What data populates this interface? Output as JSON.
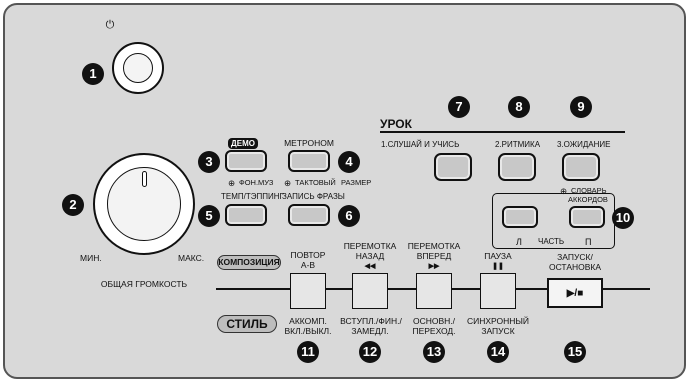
{
  "power": {
    "symbol": "⏻",
    "number": "1"
  },
  "volume": {
    "number": "2",
    "min_label": "МИН.",
    "max_label": "МАКС.",
    "title": "ОБЩАЯ ГРОМКОСТЬ"
  },
  "demo": {
    "pill": "ДЕМО",
    "sub_icon": "⊕",
    "sub": "ФОН.МУЗ",
    "number": "3"
  },
  "metronome": {
    "label": "МЕТРОНОМ",
    "sub_icon": "⊕",
    "sub_1": "ТАКТОВЫЙ",
    "sub_2": "РАЗМЕР",
    "number": "4"
  },
  "tempo": {
    "label": "ТЕМП/ТЭППИНГ",
    "number": "5"
  },
  "phrase_rec": {
    "label": "ЗАПИСЬ ФРАЗЫ",
    "number": "6"
  },
  "lesson": {
    "title": "УРОК",
    "listen_label": "1.СЛУШАЙ И УЧИСЬ",
    "listen_number": "7",
    "rhythm_label": "2.РИТМИКА",
    "rhythm_number": "8",
    "wait_label": "3.ОЖИДАНИЕ",
    "wait_number": "9",
    "dict_icon": "⊕",
    "dict_1": "СЛОВАРЬ",
    "dict_2": "АККОРДОВ"
  },
  "part": {
    "left": "Л",
    "middle": "ЧАСТЬ",
    "right": "П",
    "number": "10"
  },
  "composition_label": "КОМПОЗИЦИЯ",
  "style_label": "СТИЛЬ",
  "bottom_buttons": {
    "ab": {
      "top_1": "ПОВТОР",
      "top_2": "A-B",
      "bot_1": "АККОМП.",
      "bot_2": "ВКЛ./ВЫКЛ.",
      "number": "11"
    },
    "rew": {
      "top_1": "ПЕРЕМОТКА",
      "top_2": "НАЗАД",
      "glyph": "◀◀",
      "bot_1": "ВСТУПЛ./ФИН./",
      "bot_2": "ЗАМЕДЛ.",
      "number": "12"
    },
    "ff": {
      "top_1": "ПЕРЕМОТКА",
      "top_2": "ВПЕРЕД",
      "glyph": "▶▶",
      "bot_1": "ОСНОВН./",
      "bot_2": "ПЕРЕХОД.",
      "number": "13"
    },
    "pause": {
      "top_1": "ПАУЗА",
      "glyph": "❚❚",
      "bot_1": "СИНХРОННЫЙ",
      "bot_2": "ЗАПУСК",
      "number": "14"
    },
    "startstop": {
      "top_1": "ЗАПУСК/",
      "top_2": "ОСТАНОВКА",
      "glyph": "▶/■",
      "number": "15"
    }
  }
}
